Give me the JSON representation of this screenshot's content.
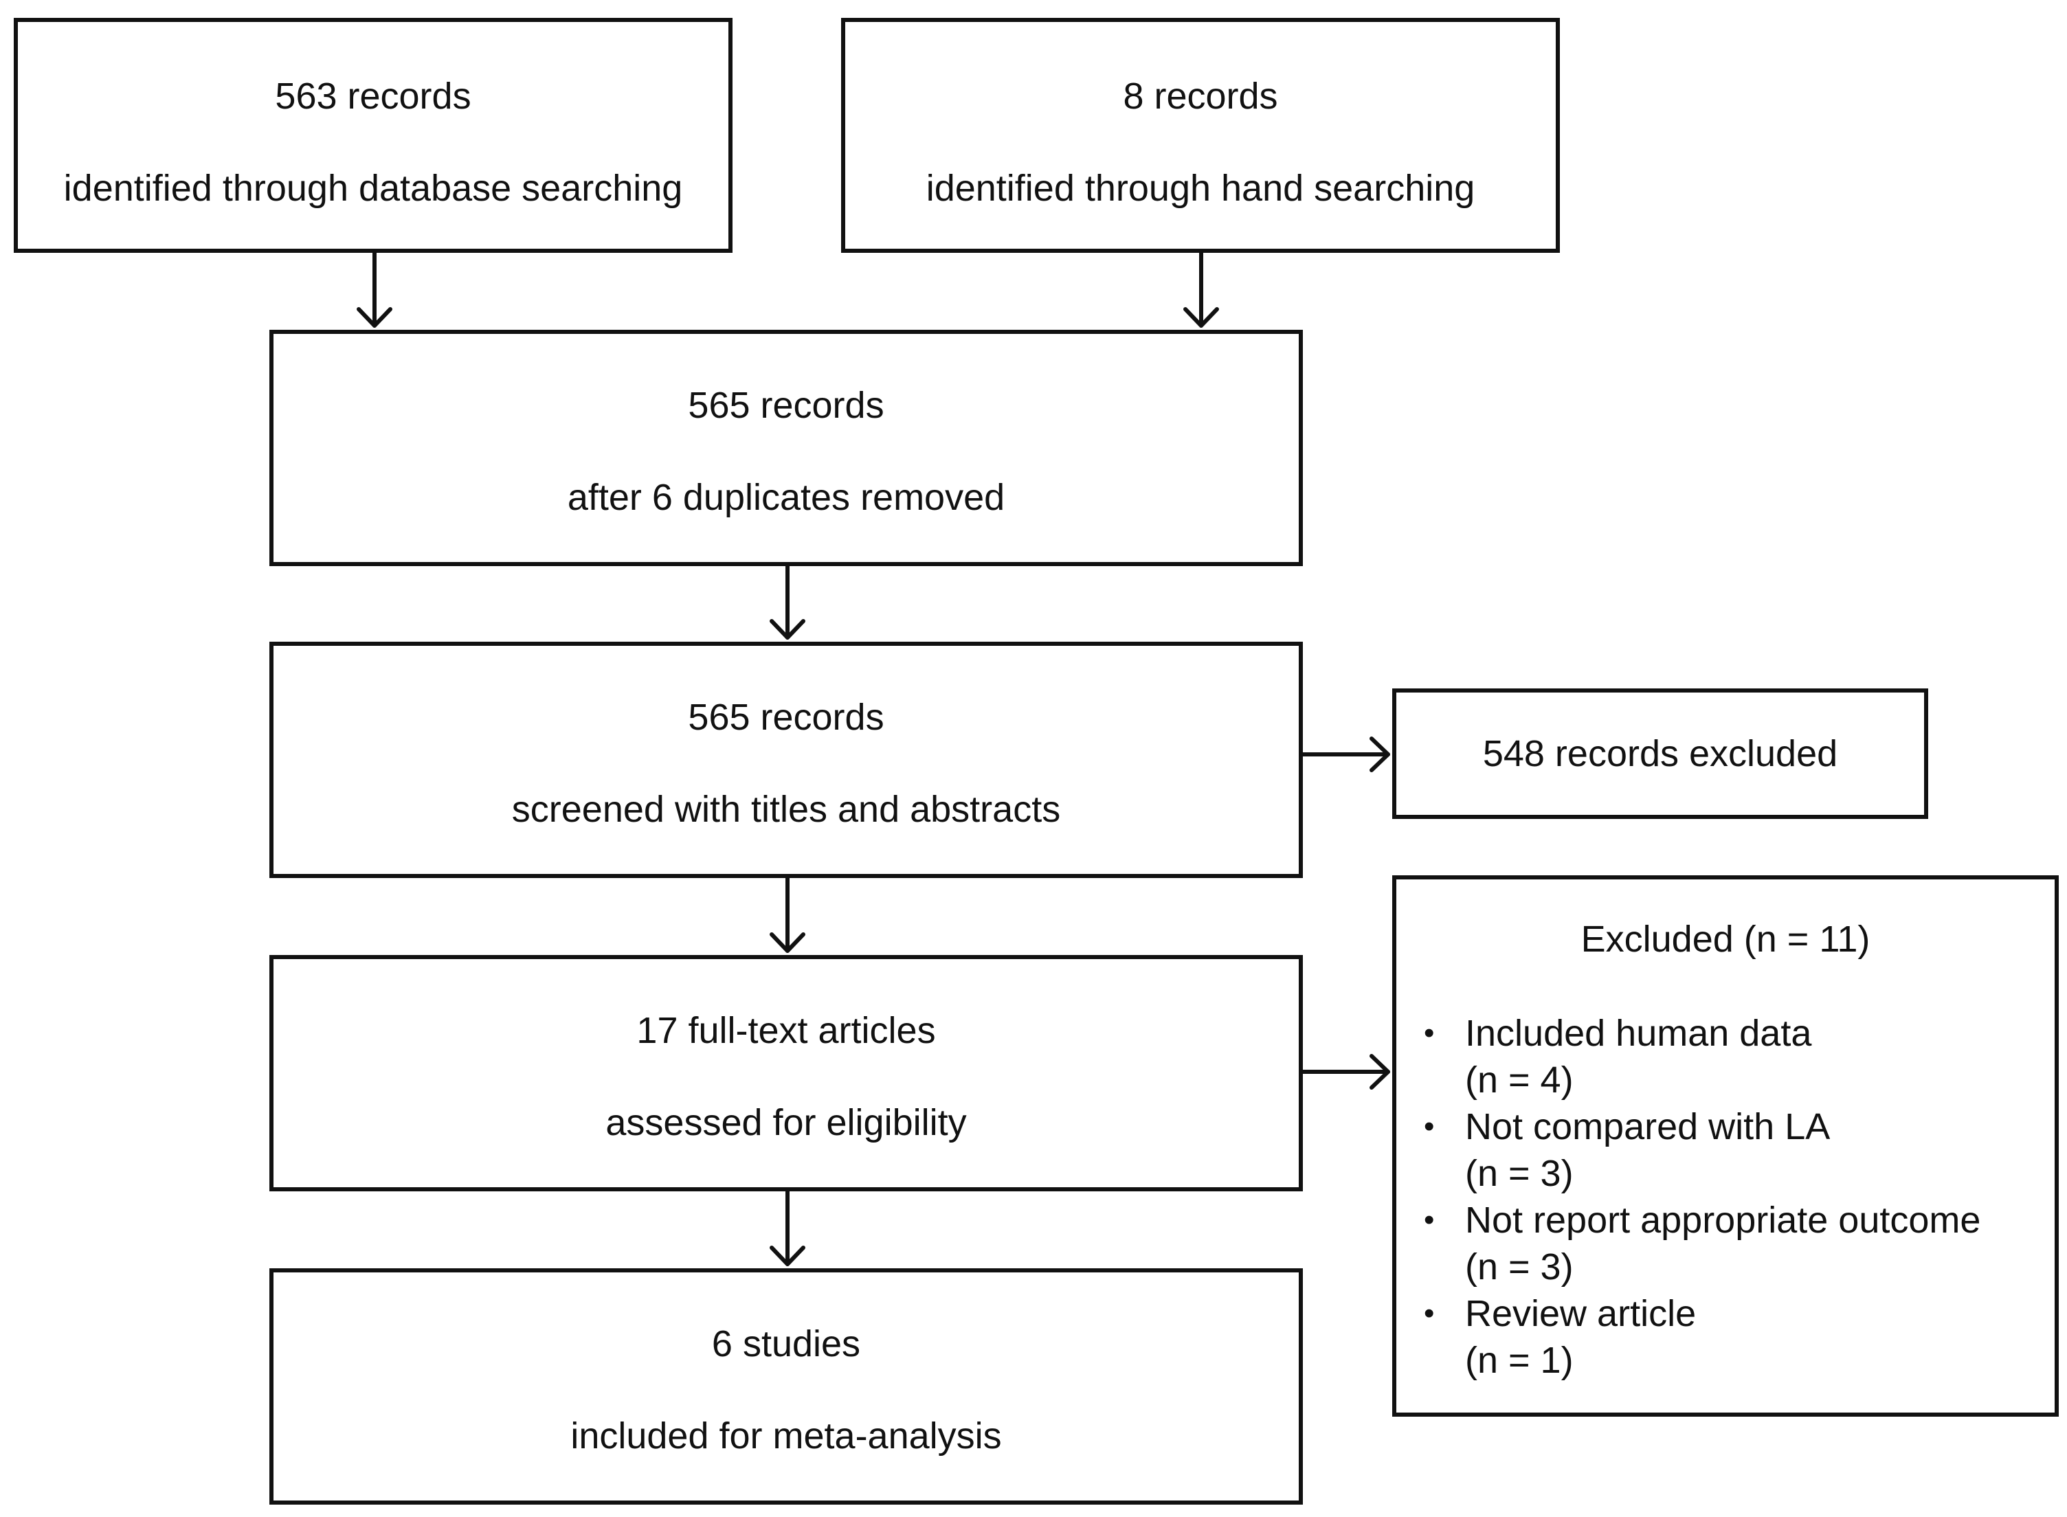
{
  "boxes": {
    "database": {
      "count": "563 records",
      "text": "identified  through  database searching"
    },
    "hand": {
      "count": "8 records",
      "text": "identified  through  hand  searching"
    },
    "deduplicated": {
      "count": "565 records",
      "text": "after 6 duplicates removed"
    },
    "screened": {
      "count": "565 records",
      "text": "screened with titles and abstracts"
    },
    "fulltext": {
      "count": "17 full-text  articles",
      "text": "assessed for eligibility"
    },
    "included": {
      "count": "6 studies",
      "text": "included for meta-analysis"
    },
    "excluded_screening": {
      "text": "548 records excluded"
    },
    "excluded_fulltext": {
      "title": "Excluded (n = 11)",
      "reasons": [
        {
          "label": "Included  human  data",
          "count": "(n = 4)"
        },
        {
          "label": "Not compared with LA",
          "count": "(n = 3)"
        },
        {
          "label": "Not report appropriate outcome",
          "count": "(n = 3)"
        },
        {
          "label": "Review article",
          "count": "(n = 1)"
        }
      ]
    }
  },
  "bullet_glyph": "•"
}
